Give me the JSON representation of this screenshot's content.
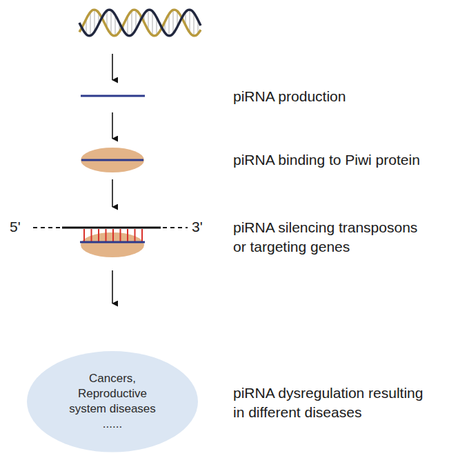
{
  "diagram": {
    "nodes": [
      {
        "text": [
          "Cancers, Reproductive system diseases ......"
        ]
      }
    ],
    "labels": [
      "piRNA production",
      "piRNA binding to Piwi protein",
      "piRNA silencing transposons or targeting genes",
      "piRNA dysregulation resulting in different diseases",
      "5'",
      "3'"
    ]
  }
}
